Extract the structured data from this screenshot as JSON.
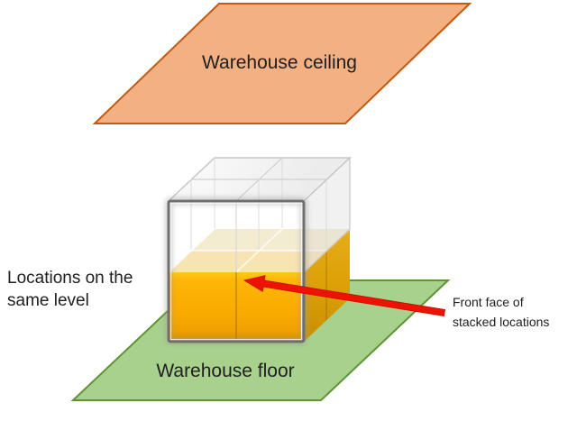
{
  "labels": {
    "ceiling": "Warehouse ceiling",
    "floor": "Warehouse floor",
    "left": {
      "line1": "Locations on the",
      "line2": "same level"
    },
    "callout": {
      "line1": "Front face of",
      "line2": "stacked locations"
    }
  },
  "colors": {
    "ceiling_fill": "#F3B083",
    "ceiling_stroke": "#C35A11",
    "floor_fill": "#A9D18E",
    "floor_stroke": "#5E9433",
    "tan_back": "#EFE3BC",
    "tan_front": "#F2D78E",
    "side_glass": "#E6E6E6",
    "glass_edge": "#C9C9C9",
    "frame_gray": "#6E6E6E",
    "arrow_red": "#EE1200",
    "text": "#202020"
  }
}
